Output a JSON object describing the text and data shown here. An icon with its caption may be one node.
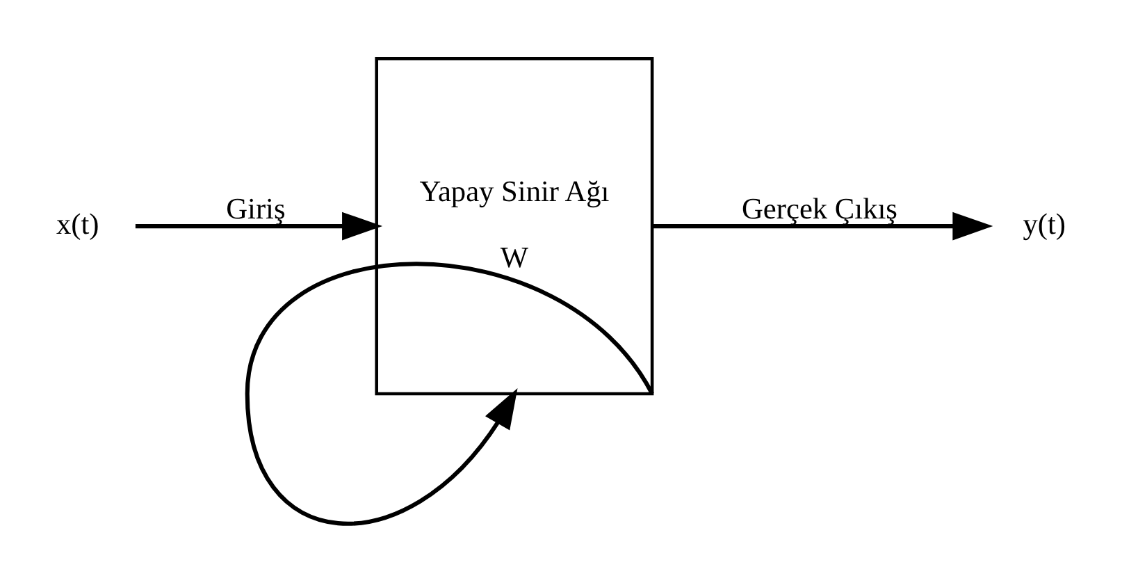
{
  "diagram": {
    "nodes": [
      {
        "text": [
          "x(t)"
        ]
      },
      {
        "text": [
          "Yapay Sinir Ağı",
          "W"
        ]
      },
      {
        "text": [
          "y(t)"
        ]
      }
    ],
    "edges": [
      {
        "from": 0,
        "to": 1,
        "arrow": "to",
        "label": "Giriş"
      },
      {
        "from": 1,
        "to": 2,
        "arrow": "to",
        "label": "Gerçek Çıkış"
      },
      {
        "from": 1,
        "to": 1,
        "arrow": "to"
      }
    ]
  }
}
